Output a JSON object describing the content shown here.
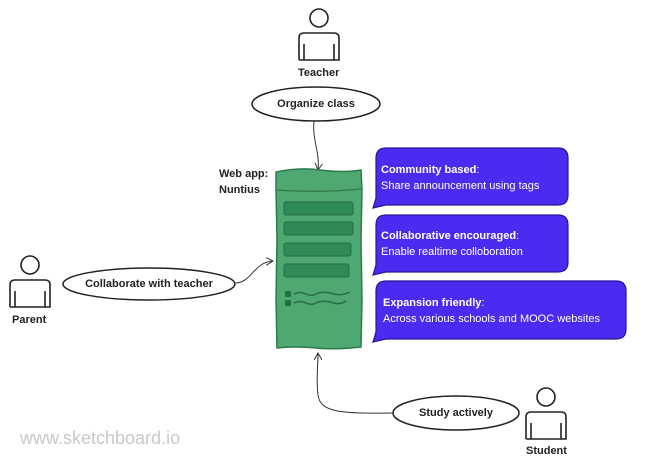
{
  "actors": {
    "teacher": "Teacher",
    "parent": "Parent",
    "student": "Student"
  },
  "actions": {
    "organize_class": "Organize class",
    "collaborate": "Collaborate with teacher",
    "study": "Study actively"
  },
  "app": {
    "label_line1": "Web app:",
    "label_line2": "Nuntius"
  },
  "features": [
    {
      "title": "Community based",
      "desc": "Share announcement using tags"
    },
    {
      "title": "Collaborative encouraged",
      "desc": "Enable realtime colloboration"
    },
    {
      "title": "Expansion friendly",
      "desc": "Across various schools and MOOC websites"
    }
  ],
  "colors": {
    "bubble": "#4a2cf0",
    "bubble_stroke": "#2a1596",
    "app_fill": "#4fa772",
    "app_stroke": "#2f7a4c",
    "app_bar": "#2f8a57"
  },
  "watermark": "www.sketchboard.io"
}
